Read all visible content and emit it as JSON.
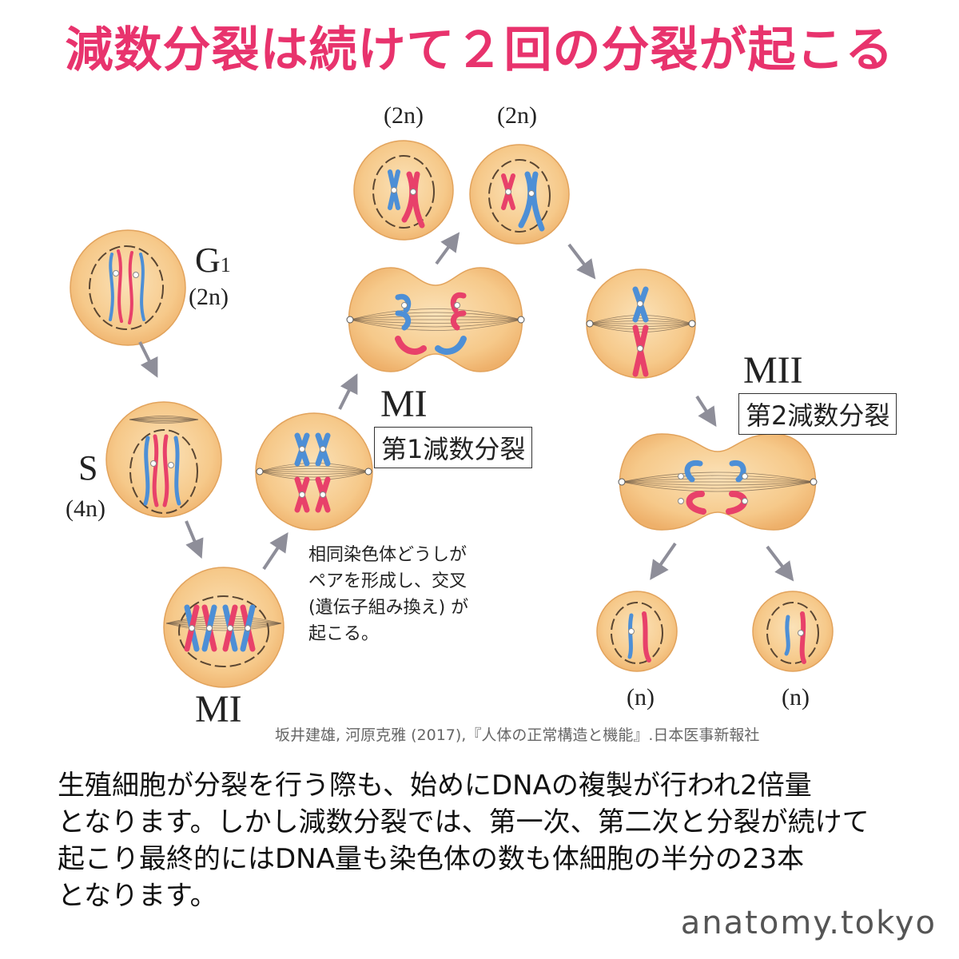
{
  "title": "減数分裂は続けて２回の分裂が起こる",
  "labels": {
    "g1_stage": "G",
    "g1_sub": "1",
    "g1_ploidy": "(2n)",
    "s_stage": "S",
    "s_ploidy": "(4n)",
    "mi_bottom": "MI",
    "mi_mid": "MI",
    "mi_box": "第1減数分裂",
    "mii": "MII",
    "mii_box": "第2減数分裂",
    "top_left_ploidy": "(2n)",
    "top_right_ploidy": "(2n)",
    "bottom_left_ploidy": "(n)",
    "bottom_right_ploidy": "(n)"
  },
  "note": [
    "相同染色体どうしが",
    "ペアを形成し、交叉",
    "(遺伝子組み換え) が",
    "起こる。"
  ],
  "citation": "坂井建雄, 河原克雅 (2017),『人体の正常構造と機能』.日本医事新報社",
  "body_text": [
    "生殖細胞が分裂を行う際も、始めにDNAの複製が行われ2倍量",
    "となります。しかし減数分裂では、第一次、第二次と分裂が続けて",
    "起こり最終的にはDNA量も染色体の数も体細胞の半分の23本",
    "となります。"
  ],
  "site": "anatomy.tokyo",
  "colors": {
    "title": "#e8336d",
    "cell_fill": "#f6c98a",
    "cell_edge": "#e2a35c",
    "chromosome_red": "#e8416a",
    "chromosome_blue": "#4d8fd6",
    "arrow": "#8e8e99"
  }
}
